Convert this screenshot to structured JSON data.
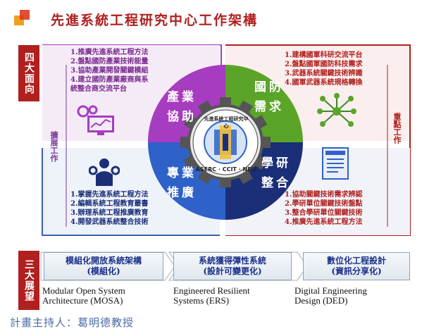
{
  "title": "先進系統工程研究中心工作架構",
  "left_label": "四大面向",
  "bottom_label": "三大展望",
  "left_side_text": "擴展工作",
  "right_side_text": "重點工作",
  "quadrants": {
    "top_left": "產業協助",
    "top_right": "國防需求",
    "bottom_left": "專業推廣",
    "bottom_right": "學研整合"
  },
  "center_emblem": {
    "ring_text": "先進系統工程研究中心",
    "bottom_text": "ASERC · CCIT · NDU"
  },
  "lists": {
    "top_left": [
      "1.推廣先進系統工程方法",
      "2.盤點國防產業技術能量",
      "3.協助產業開發關鍵模組",
      "4.建立國防產業廠商與系",
      "  統整合商交流平台"
    ],
    "top_right": [
      "1.建構國軍科研交流平台",
      "2.盤點國軍國防科技需求",
      "3.武器系統關鍵技術辨識",
      "4.國軍武器系統規格轉換"
    ],
    "bottom_left": [
      "1.掌握先進系統工程方法",
      "2.編輯系統工程教育叢書",
      "3.辦理系統工程推廣教育",
      "4.開發武器系統整合技術"
    ],
    "bottom_right": [
      "1.協助關鍵技術需求辨認",
      "2.學研單位關鍵技術盤點",
      "3.整合學研單位關鍵技術",
      "4.推廣先進系統工程方法"
    ]
  },
  "outlooks": [
    {
      "cn1": "模組化開放系統架構",
      "cn2": "(模組化)",
      "en1": "Modular Open System",
      "en2": "Architecture (MOSA)"
    },
    {
      "cn1": "系統獲得彈性系統",
      "cn2": "(設計可變更化)",
      "en1": "Engineered Resilient",
      "en2": "Systems (ERS)"
    },
    {
      "cn1": "數位化工程設計",
      "cn2": "(資訊分享化)",
      "en1": "Digital Engineering",
      "en2": "Design (DED)"
    }
  ],
  "footer": "計畫主持人：葛明德教授",
  "colors": {
    "red": "#b0201f",
    "purple": "#a63cc0",
    "green": "#5aa528",
    "blue": "#2f62c8",
    "navy": "#1a2f78"
  }
}
